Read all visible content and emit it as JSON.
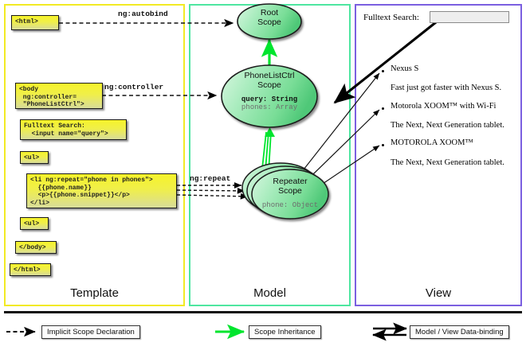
{
  "columns": [
    {
      "key": "template",
      "label": "Template",
      "border_color": "#f2ea24"
    },
    {
      "key": "model",
      "label": "Model",
      "border_color": "#4ee6a0"
    },
    {
      "key": "view",
      "label": "View",
      "border_color": "#7b5fe0"
    }
  ],
  "template": {
    "boxes": [
      {
        "name": "html-open-box",
        "text": "<html>"
      },
      {
        "name": "body-box",
        "text": "<body\n ng:controller=\n \"PhoneListCtrl\">"
      },
      {
        "name": "fulltext-search-box",
        "text": "Fulltext Search:\n  <input name=\"query\">"
      },
      {
        "name": "ul-open-box",
        "text": "<ul>"
      },
      {
        "name": "li-repeat-box",
        "text": "<li ng:repeat=\"phone in phones\">\n  {{phone.name}}\n  <p>{{phone.snippet}}</p>\n</li>"
      },
      {
        "name": "ul-close-box",
        "text": "<ul>"
      },
      {
        "name": "body-close-box",
        "text": "</body>"
      },
      {
        "name": "html-close-box",
        "text": "</html>"
      }
    ]
  },
  "edges": {
    "autobind_label": "ng:autobind",
    "controller_label": "ng:controller",
    "repeat_label": "ng:repeat"
  },
  "model": {
    "scopes": [
      {
        "name": "root-scope",
        "title_line1": "Root",
        "title_line2": "Scope",
        "props": []
      },
      {
        "name": "phonelistctrl-scope",
        "title_line1": "PhoneListCtrl",
        "title_line2": "Scope",
        "props": [
          {
            "text": "query: String",
            "emphasis": "strong"
          },
          {
            "text": "phones: Array",
            "emphasis": "dim"
          }
        ]
      },
      {
        "name": "repeater-scope",
        "title_line1": "Repeater",
        "title_line2": "Scope",
        "props": [
          {
            "text": "phone: Object",
            "emphasis": "dim"
          }
        ],
        "stack_count": 3
      }
    ]
  },
  "view": {
    "search_label": "Fulltext Search:",
    "search_input_value": "",
    "items": [
      {
        "name": "Nexus S",
        "snippet": "Fast just got faster with Nexus S."
      },
      {
        "name": "Motorola XOOM™  with Wi-Fi",
        "snippet": "The Next, Next Generation tablet."
      },
      {
        "name": "MOTOROLA XOOM™",
        "snippet": "The Next, Next Generation tablet."
      }
    ]
  },
  "legend": [
    {
      "name": "legend-implicit-scope-declaration",
      "label": "Implicit Scope Declaration",
      "style": "dashed-black"
    },
    {
      "name": "legend-scope-inheritance",
      "label": "Scope Inheritance",
      "style": "solid-green"
    },
    {
      "name": "legend-model-view-data-binding",
      "label": "Model / View Data-binding",
      "style": "double-black"
    }
  ],
  "colors": {
    "template_border": "#f2ea24",
    "model_border": "#4ee6a0",
    "view_border": "#7b5fe0",
    "code_box_fill": "#f0ef2a",
    "scope_fill": "#8fe6a8",
    "inheritance_arrow": "#00e52e"
  }
}
